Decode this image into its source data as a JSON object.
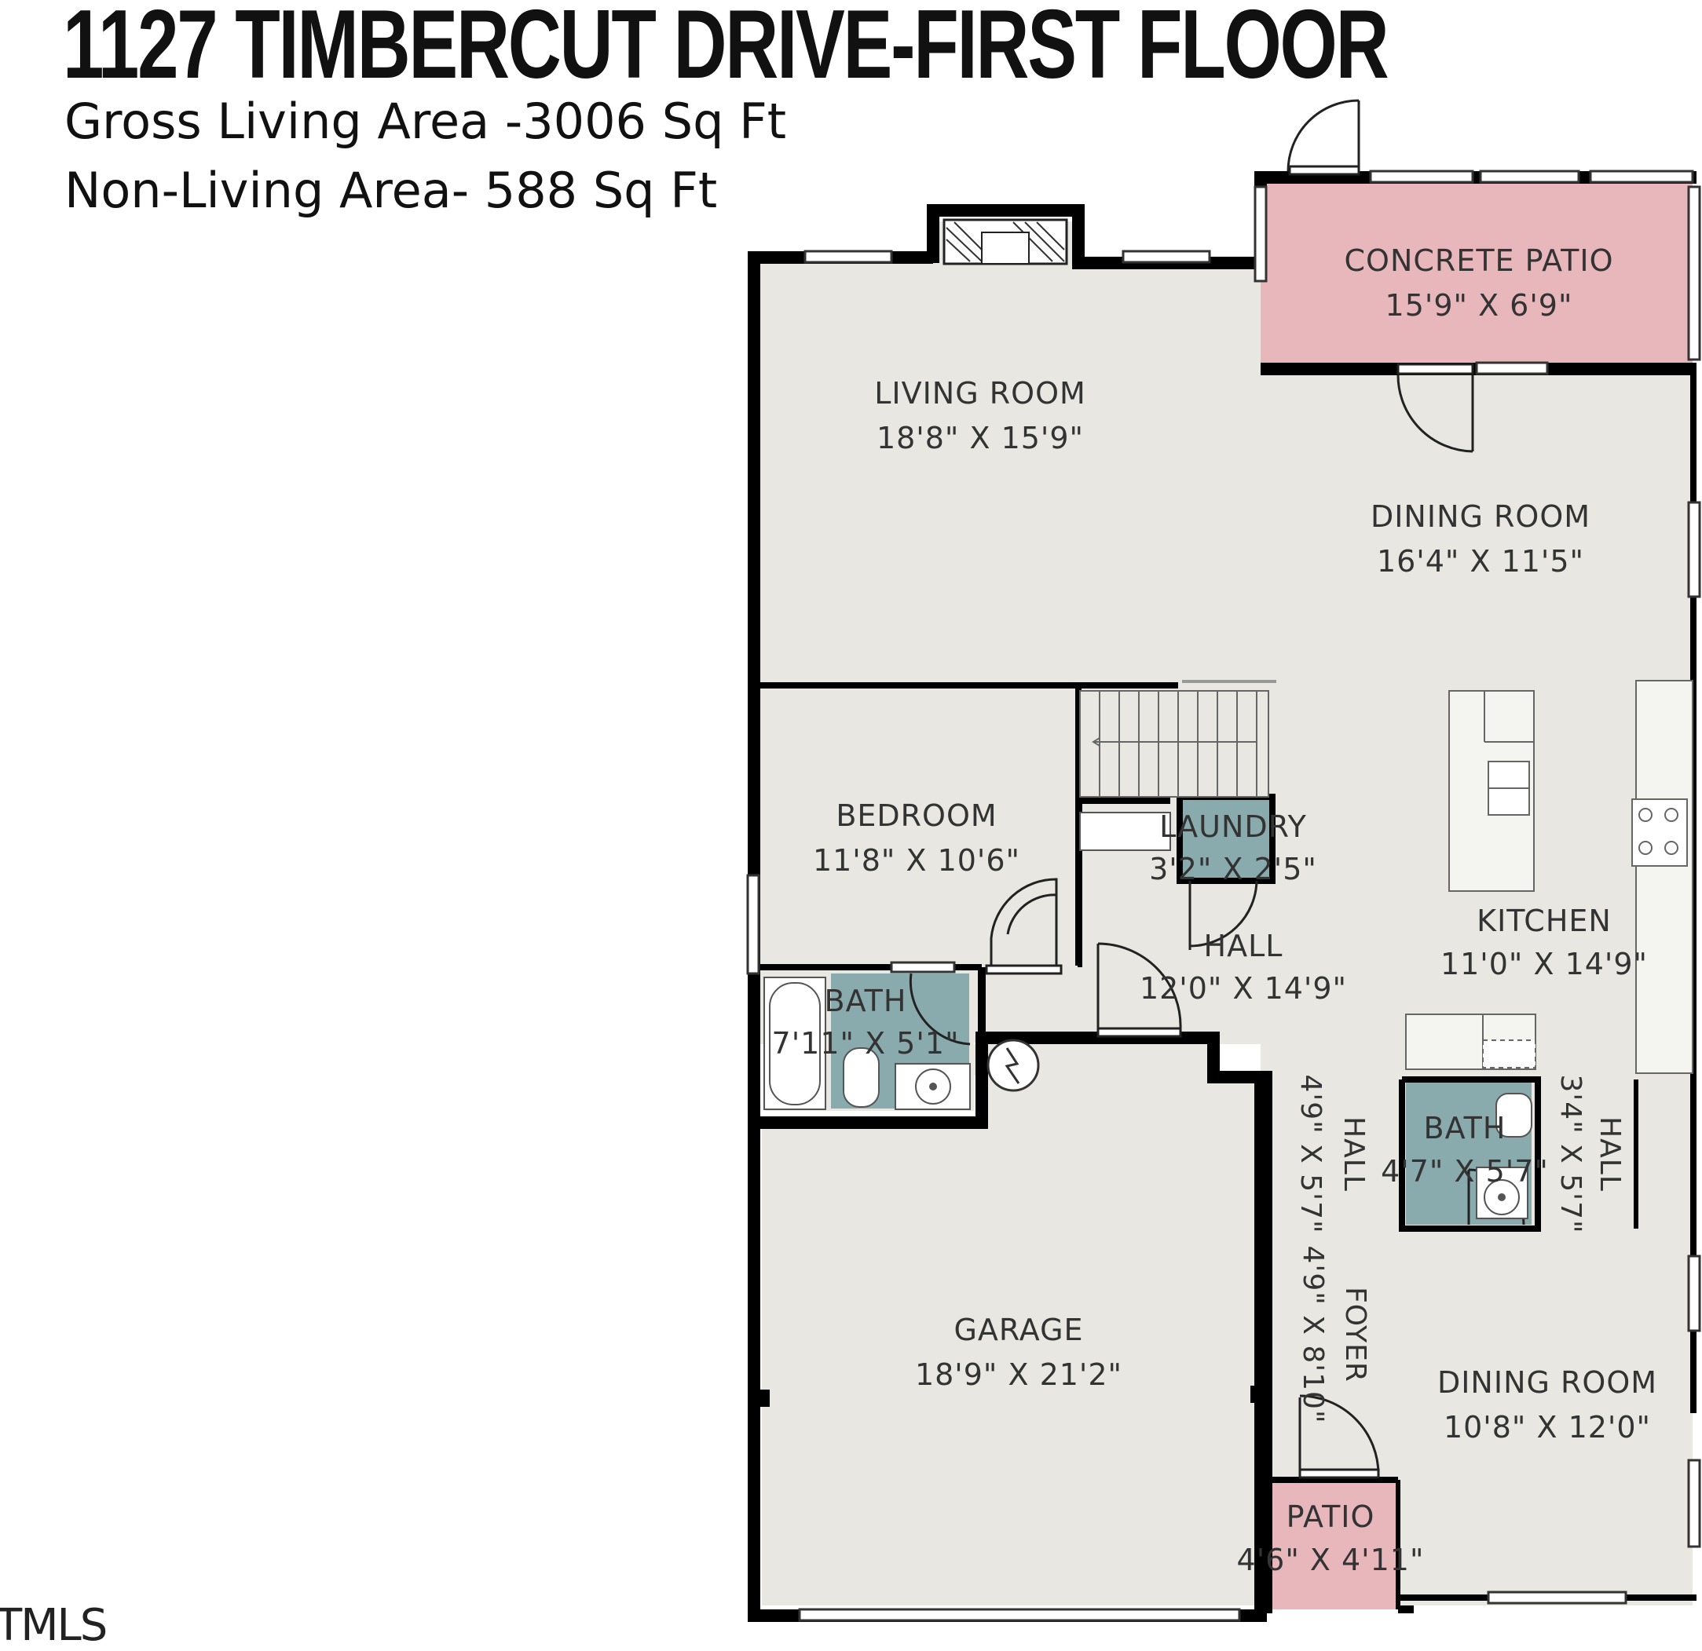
{
  "title": "1127 TIMBERCUT DRIVE-FIRST FLOOR",
  "gross_living_area": "Gross Living Area -3006 Sq Ft",
  "non_living_area": "Non-Living Area- 588 Sq Ft",
  "watermark": "TMLS",
  "colors": {
    "wall": "#000000",
    "floor": "#e8e7e1",
    "patio": "#e7b7bc",
    "bath": "#8aabae",
    "label": "#333333"
  },
  "rooms": [
    {
      "id": "concrete-patio",
      "name": "CONCRETE PATIO",
      "dims": "15'9\" X 6'9\""
    },
    {
      "id": "living-room",
      "name": "LIVING ROOM",
      "dims": "18'8\" X 15'9\""
    },
    {
      "id": "dining-room-1",
      "name": "DINING ROOM",
      "dims": "16'4\" X 11'5\""
    },
    {
      "id": "bedroom",
      "name": "BEDROOM",
      "dims": "11'8\" X 10'6\""
    },
    {
      "id": "laundry",
      "name": "LAUNDRY",
      "dims": "3'2\" X 2'5\""
    },
    {
      "id": "kitchen",
      "name": "KITCHEN",
      "dims": "11'0\" X 14'9\""
    },
    {
      "id": "hall-main",
      "name": "HALL",
      "dims": "12'0\" X 14'9\""
    },
    {
      "id": "bath-1",
      "name": "BATH",
      "dims": "7'11\" X 5'1\""
    },
    {
      "id": "hall-2",
      "name": "HALL",
      "dims": "4'9\" X 5'7\""
    },
    {
      "id": "bath-2",
      "name": "BATH",
      "dims": "4'7\" X 5'7\""
    },
    {
      "id": "hall-3",
      "name": "HALL",
      "dims": "3'4\" X 5'7\""
    },
    {
      "id": "garage",
      "name": "GARAGE",
      "dims": "18'9\" X 21'2\""
    },
    {
      "id": "foyer",
      "name": "FOYER",
      "dims": "4'9\" X 8'10\""
    },
    {
      "id": "dining-room-2",
      "name": "DINING ROOM",
      "dims": "10'8\" X 12'0\""
    },
    {
      "id": "patio",
      "name": "PATIO",
      "dims": "4'6\" X 4'11\""
    }
  ]
}
